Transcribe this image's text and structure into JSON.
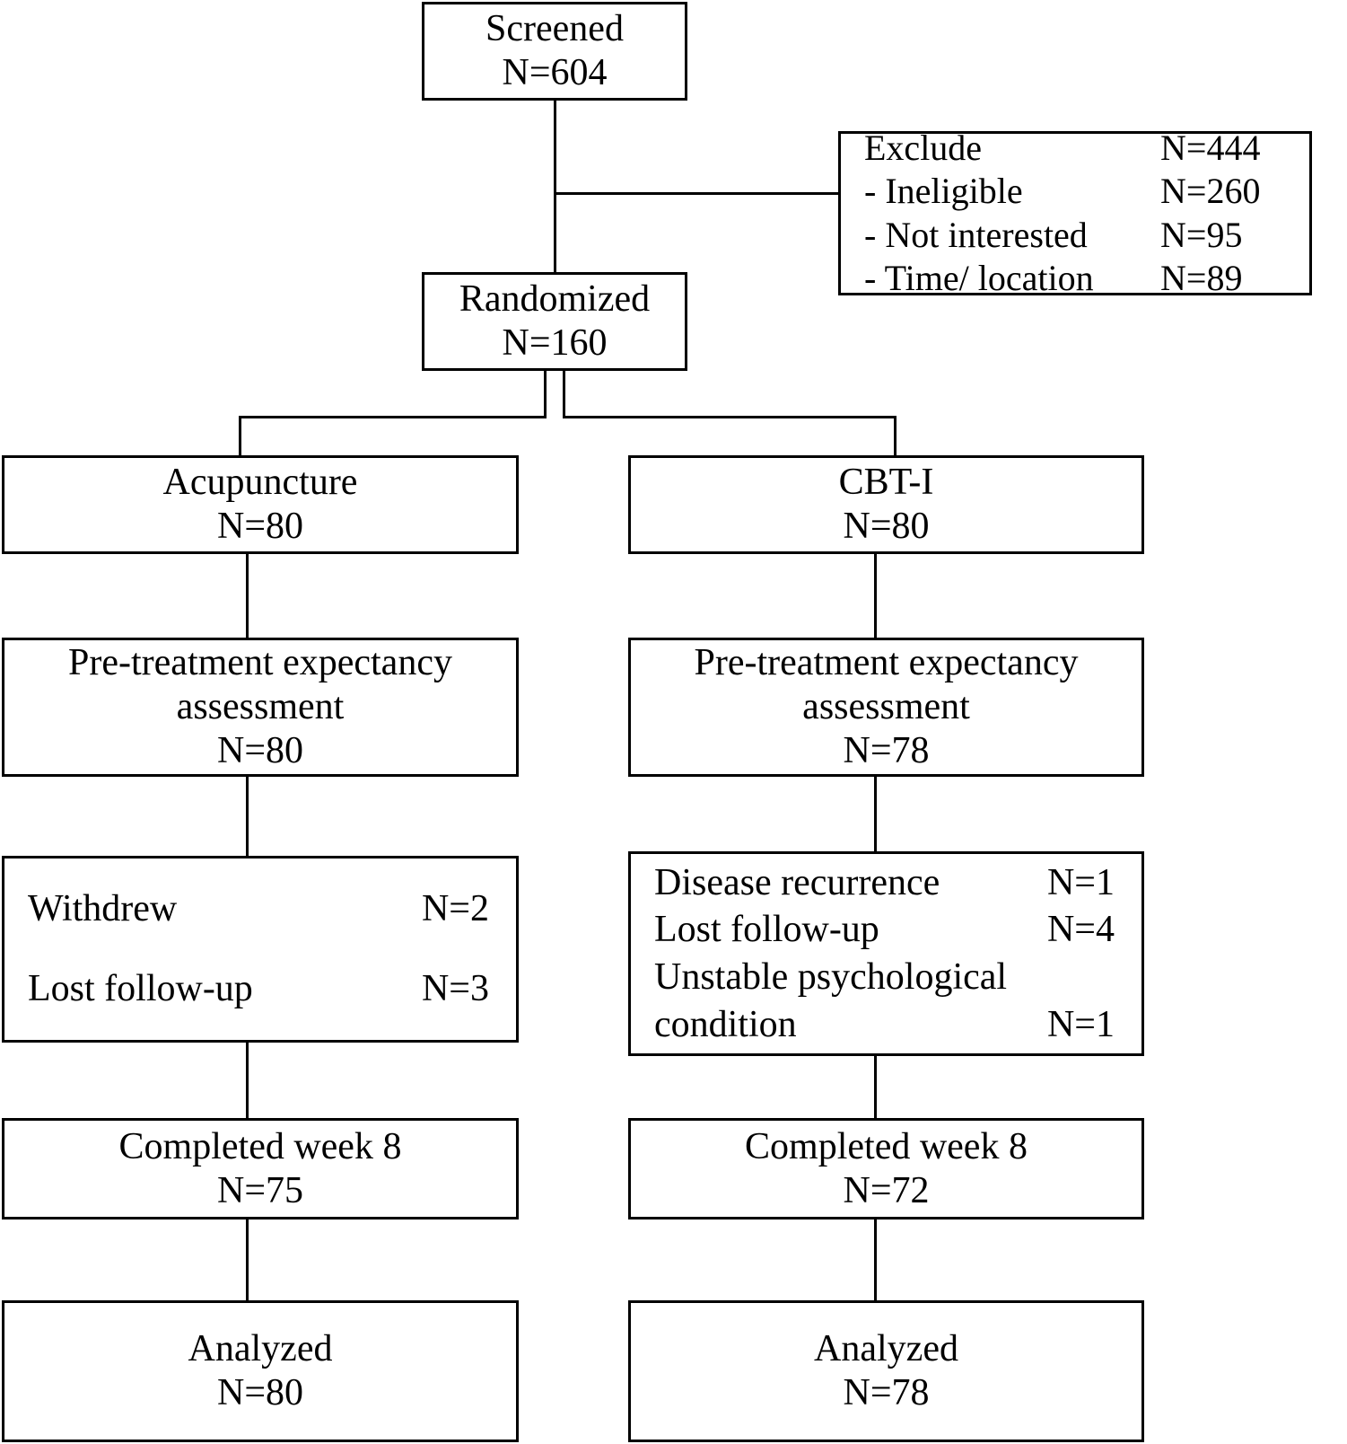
{
  "diagram": {
    "type": "consort-flow-diagram",
    "nodes": {
      "screened": {
        "title": "Screened",
        "n": "N=604"
      },
      "exclude": {
        "header_label": "Exclude",
        "header_value": "N=444",
        "reasons": [
          {
            "label": "- Ineligible",
            "value": "N=260"
          },
          {
            "label": "- Not interested",
            "value": "N=95"
          },
          {
            "label": "- Time/ location",
            "value": "N=89"
          }
        ]
      },
      "randomized": {
        "title": "Randomized",
        "n": "N=160"
      },
      "arm_left": {
        "title": "Acupuncture",
        "n": "N=80"
      },
      "arm_right": {
        "title": "CBT-I",
        "n": "N=80"
      },
      "expectancy_left": {
        "line1": "Pre-treatment expectancy",
        "line2": "assessment",
        "n": "N=80"
      },
      "expectancy_right": {
        "line1": "Pre-treatment expectancy",
        "line2": "assessment",
        "n": "N=78"
      },
      "dropout_left": {
        "items": [
          {
            "label": "Withdrew",
            "value": "N=2"
          },
          {
            "label": "Lost follow-up",
            "value": "N=3"
          }
        ]
      },
      "dropout_right": {
        "items": [
          {
            "label": "Disease recurrence",
            "value": "N=1"
          },
          {
            "label": "Lost follow-up",
            "value": "N=4"
          },
          {
            "label": "Unstable psychological",
            "value": ""
          },
          {
            "label": "condition",
            "value": "N=1"
          }
        ]
      },
      "completed_left": {
        "title": "Completed week 8",
        "n": "N=75"
      },
      "completed_right": {
        "title": "Completed week 8",
        "n": "N=72"
      },
      "analyzed_left": {
        "title": "Analyzed",
        "n": "N=80"
      },
      "analyzed_right": {
        "title": "Analyzed",
        "n": "N=78"
      }
    },
    "colors": {
      "stroke": "#000000",
      "background": "#ffffff",
      "text": "#000000"
    }
  }
}
